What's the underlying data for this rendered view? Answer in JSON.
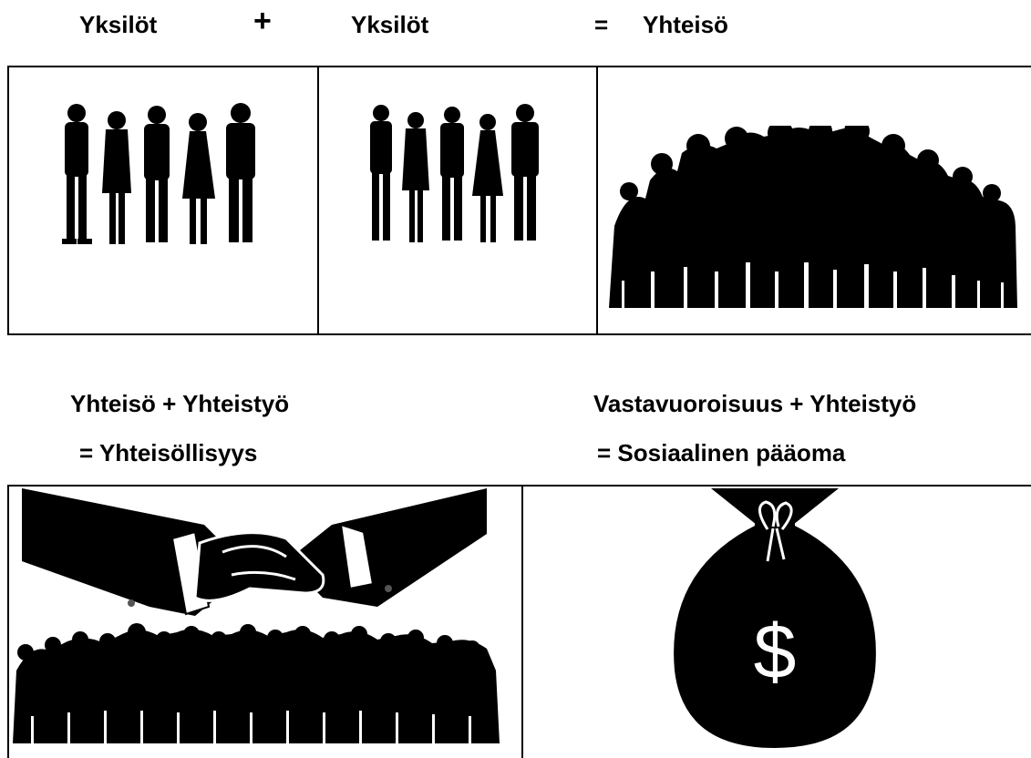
{
  "row1": {
    "term1": "Yksilöt",
    "plus": "+",
    "term2": "Yksilöt",
    "equals": "=",
    "result": "Yhteisö"
  },
  "row2": {
    "left_line1": "Yhteisö + Yhteistyö",
    "left_line2": "= Yhteisöllisyys",
    "right_line1": "Vastavuoroisuus + Yhteistyö",
    "right_line2": "= Sosiaalinen pääoma"
  },
  "images": {
    "individuals_icon": "people-silhouette-icon",
    "community_icon": "crowd-silhouette-icon",
    "handshake_icon": "handshake-icon",
    "money_bag_icon": "money-bag-icon",
    "currency_symbol": "$"
  }
}
